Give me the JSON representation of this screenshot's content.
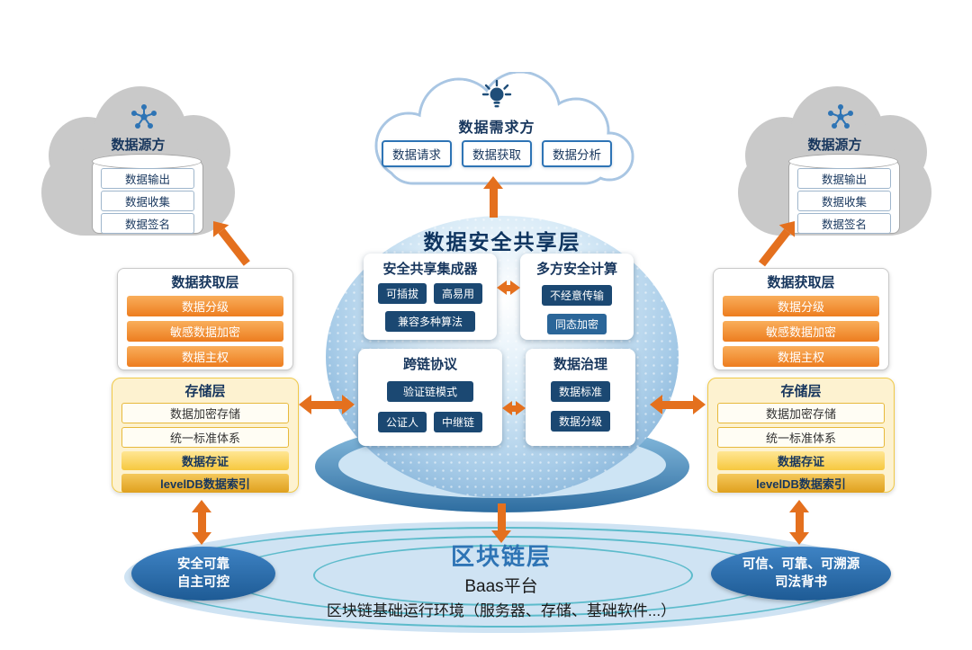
{
  "top_cloud": {
    "title": "数据需求方",
    "buttons": [
      "数据请求",
      "数据获取",
      "数据分析"
    ]
  },
  "left_source": {
    "title": "数据源方",
    "items": [
      "数据输出",
      "数据收集",
      "数据签名"
    ]
  },
  "right_source": {
    "title": "数据源方",
    "items": [
      "数据输出",
      "数据收集",
      "数据签名"
    ]
  },
  "sphere": {
    "title": "数据安全共享层",
    "integrator": {
      "title": "安全共享集成器",
      "tags": [
        "可插拔",
        "高易用"
      ],
      "wide_tag": "兼容多种算法"
    },
    "mpc": {
      "title": "多方安全计算",
      "tags": [
        "不经意传输",
        "同态加密"
      ]
    },
    "crosschain": {
      "title": "跨链协议",
      "wide_tag": "验证链模式",
      "tags": [
        "公证人",
        "中继链"
      ]
    },
    "governance": {
      "title": "数据治理",
      "tags": [
        "数据标准",
        "数据分级"
      ]
    }
  },
  "left_acquisition": {
    "title": "数据获取层",
    "items": [
      "数据分级",
      "敏感数据加密",
      "数据主权"
    ]
  },
  "right_acquisition": {
    "title": "数据获取层",
    "items": [
      "数据分级",
      "敏感数据加密",
      "数据主权"
    ]
  },
  "left_storage": {
    "title": "存储层",
    "items": [
      "数据加密存储",
      "统一标准体系",
      "数据存证",
      "levelDB数据索引"
    ]
  },
  "right_storage": {
    "title": "存储层",
    "items": [
      "数据加密存储",
      "统一标准体系",
      "数据存证",
      "levelDB数据索引"
    ]
  },
  "blockchain": {
    "title": "区块链层",
    "platform": "Baas平台",
    "environment": "区块链基础运行环境（服务器、存储、基础软件...）"
  },
  "left_badge": {
    "lines": [
      "安全可靠",
      "自主可控"
    ]
  },
  "right_badge": {
    "lines": [
      "可信、可靠、可溯源",
      "司法背书"
    ]
  },
  "colors": {
    "arrow_orange": "#E4701E",
    "navy": "#17365D",
    "tag_navy": "#1B4872",
    "orange_bar": "#ED7D1F",
    "accent_blue": "#2E74B5",
    "yellow": "#F6C83F",
    "teal_ring": "#35AEBE"
  }
}
